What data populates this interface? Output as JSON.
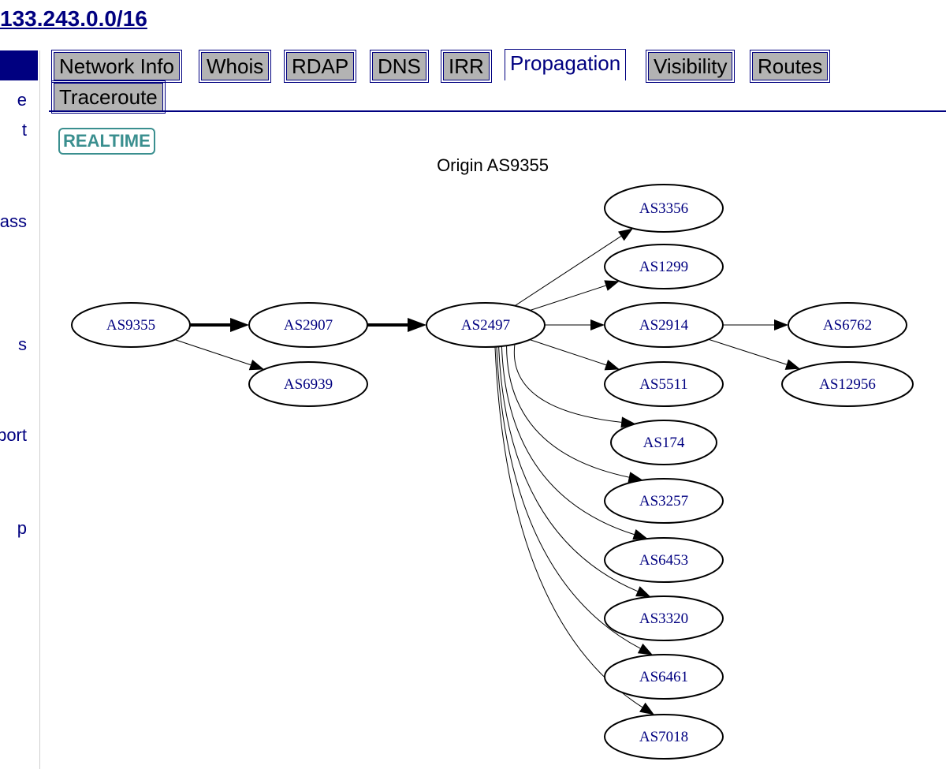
{
  "header": {
    "prefix_title": "133.243.0.0/16"
  },
  "sidebar": {
    "fragments": [
      "e",
      "t",
      "ass",
      "s",
      "port",
      "p"
    ]
  },
  "tabs": [
    {
      "label": "Network Info",
      "active": false
    },
    {
      "label": "Whois",
      "active": false
    },
    {
      "label": "RDAP",
      "active": false
    },
    {
      "label": "DNS",
      "active": false
    },
    {
      "label": "IRR",
      "active": false
    },
    {
      "label": "Propagation",
      "active": true
    },
    {
      "label": "Visibility",
      "active": false
    },
    {
      "label": "Routes",
      "active": false
    },
    {
      "label": "Traceroute",
      "active": false
    }
  ],
  "realtime_button": "REALTIME",
  "graph": {
    "title": "Origin AS9355",
    "nodes": [
      {
        "id": "n_9355",
        "label": "AS9355"
      },
      {
        "id": "n_2907",
        "label": "AS2907"
      },
      {
        "id": "n_6939",
        "label": "AS6939"
      },
      {
        "id": "n_2497",
        "label": "AS2497"
      },
      {
        "id": "n_3356",
        "label": "AS3356"
      },
      {
        "id": "n_1299",
        "label": "AS1299"
      },
      {
        "id": "n_2914",
        "label": "AS2914"
      },
      {
        "id": "n_5511",
        "label": "AS5511"
      },
      {
        "id": "n_174",
        "label": "AS174"
      },
      {
        "id": "n_3257",
        "label": "AS3257"
      },
      {
        "id": "n_6453",
        "label": "AS6453"
      },
      {
        "id": "n_3320",
        "label": "AS3320"
      },
      {
        "id": "n_6461",
        "label": "AS6461"
      },
      {
        "id": "n_7018",
        "label": "AS7018"
      },
      {
        "id": "n_6762",
        "label": "AS6762"
      },
      {
        "id": "n_12956",
        "label": "AS12956"
      }
    ],
    "edges": [
      {
        "from": "n_9355",
        "to": "n_2907",
        "weight": "heavy"
      },
      {
        "from": "n_9355",
        "to": "n_6939",
        "weight": "normal"
      },
      {
        "from": "n_2907",
        "to": "n_2497",
        "weight": "heavy"
      },
      {
        "from": "n_2497",
        "to": "n_3356",
        "weight": "normal"
      },
      {
        "from": "n_2497",
        "to": "n_1299",
        "weight": "normal"
      },
      {
        "from": "n_2497",
        "to": "n_2914",
        "weight": "normal"
      },
      {
        "from": "n_2497",
        "to": "n_5511",
        "weight": "normal"
      },
      {
        "from": "n_2497",
        "to": "n_174",
        "weight": "normal"
      },
      {
        "from": "n_2497",
        "to": "n_3257",
        "weight": "normal"
      },
      {
        "from": "n_2497",
        "to": "n_6453",
        "weight": "normal"
      },
      {
        "from": "n_2497",
        "to": "n_3320",
        "weight": "normal"
      },
      {
        "from": "n_2497",
        "to": "n_6461",
        "weight": "normal"
      },
      {
        "from": "n_2497",
        "to": "n_7018",
        "weight": "normal"
      },
      {
        "from": "n_2914",
        "to": "n_6762",
        "weight": "normal"
      },
      {
        "from": "n_2914",
        "to": "n_12956",
        "weight": "normal"
      }
    ]
  }
}
